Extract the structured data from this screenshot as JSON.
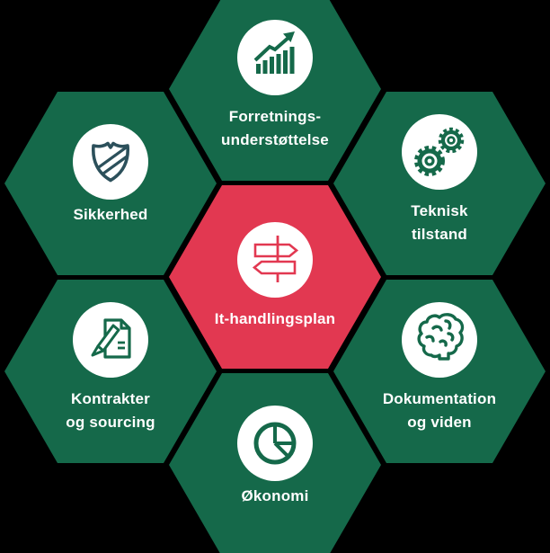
{
  "diagram": {
    "background_color": "#000000",
    "colors": {
      "hex_green": "#15694A",
      "hex_red": "#E23851",
      "icon_green": "#15694A",
      "shield_icon_color": "#2C505B",
      "signpost_icon_color": "#E23851",
      "label_text": "#FFFFFF",
      "icon_circle": "#FFFFFF"
    },
    "center": {
      "label": "It-handlingsplan",
      "icon": "signpost-icon"
    },
    "hexagons": [
      {
        "position": "top",
        "lines": [
          "Forretnings-",
          "understøttelse"
        ],
        "icon": "growth-chart-icon"
      },
      {
        "position": "top-right",
        "lines": [
          "Teknisk",
          "tilstand"
        ],
        "icon": "gears-icon"
      },
      {
        "position": "bottom-right",
        "lines": [
          "Dokumentation",
          "og viden"
        ],
        "icon": "brain-icon"
      },
      {
        "position": "bottom",
        "lines": [
          "Økonomi"
        ],
        "icon": "pie-chart-icon"
      },
      {
        "position": "bottom-left",
        "lines": [
          "Kontrakter",
          "og sourcing"
        ],
        "icon": "document-pen-icon"
      },
      {
        "position": "top-left",
        "lines": [
          "Sikkerhed"
        ],
        "icon": "shield-icon"
      }
    ]
  }
}
